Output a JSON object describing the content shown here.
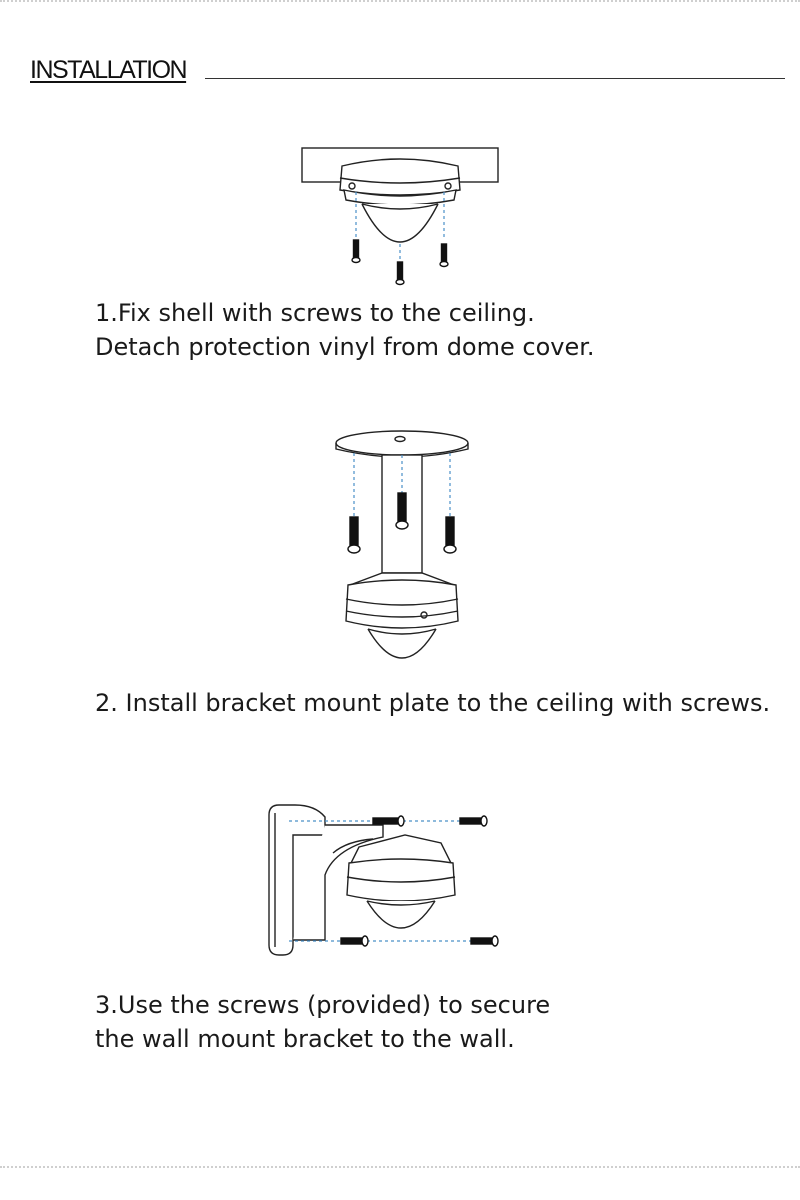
{
  "section": {
    "title": "INSTALLATION"
  },
  "steps": [
    {
      "lines": [
        "1.Fix shell with screws to the ceiling.",
        "Detach protection vinyl from dome cover."
      ],
      "figure_icon": "ceiling-dome-camera-illustration"
    },
    {
      "lines": [
        "2. Install bracket mount plate to the ceiling with screws."
      ],
      "figure_icon": "pendant-bracket-mount-illustration"
    },
    {
      "lines": [
        "3.Use the screws (provided) to secure",
        "the wall mount bracket to the wall."
      ],
      "figure_icon": "wall-mount-bracket-illustration"
    }
  ],
  "colors": {
    "text": "#1a1a1a",
    "guide_line": "#4a90c8",
    "dotted_border": "#cfcfcf"
  }
}
